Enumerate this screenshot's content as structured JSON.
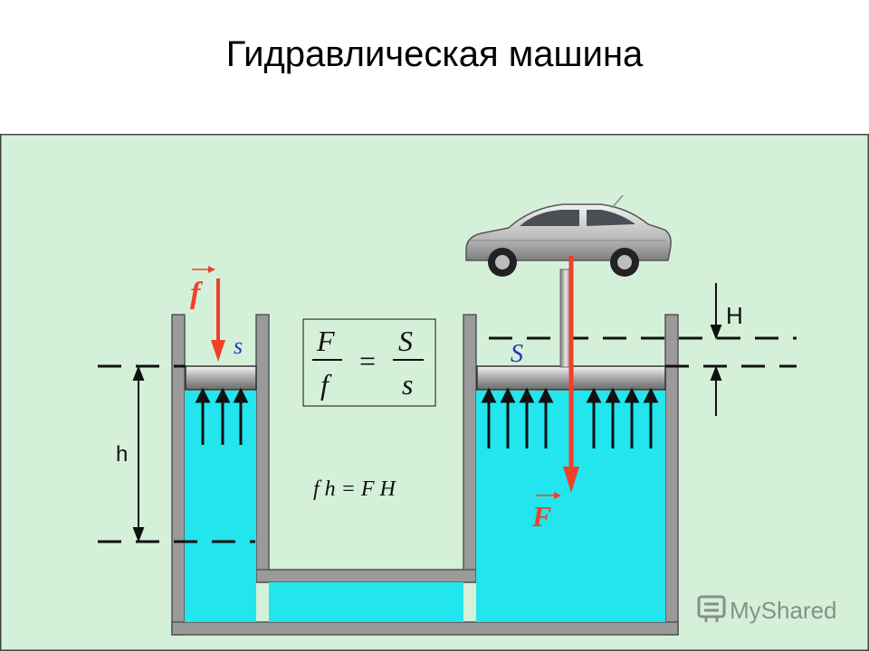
{
  "title": "Гидравлическая машина",
  "diagram": {
    "labels": {
      "small_force": "f",
      "small_area": "s",
      "large_area": "S",
      "large_force": "F",
      "small_stroke": "h",
      "large_stroke": "H"
    },
    "formula_ratio": {
      "left_numerator": "F",
      "left_denominator": "f",
      "equals": "=",
      "right_numerator": "S",
      "right_denominator": "s"
    },
    "formula_work": "f h = F H",
    "watermark": "MyShared"
  },
  "colors": {
    "background": "#d5f0d8",
    "liquid": "#22e5ee",
    "vessel_wall": "#9a9a9a",
    "force_arrow": "#f0402a",
    "area_label": "#2233cc",
    "outline": "#111111"
  }
}
